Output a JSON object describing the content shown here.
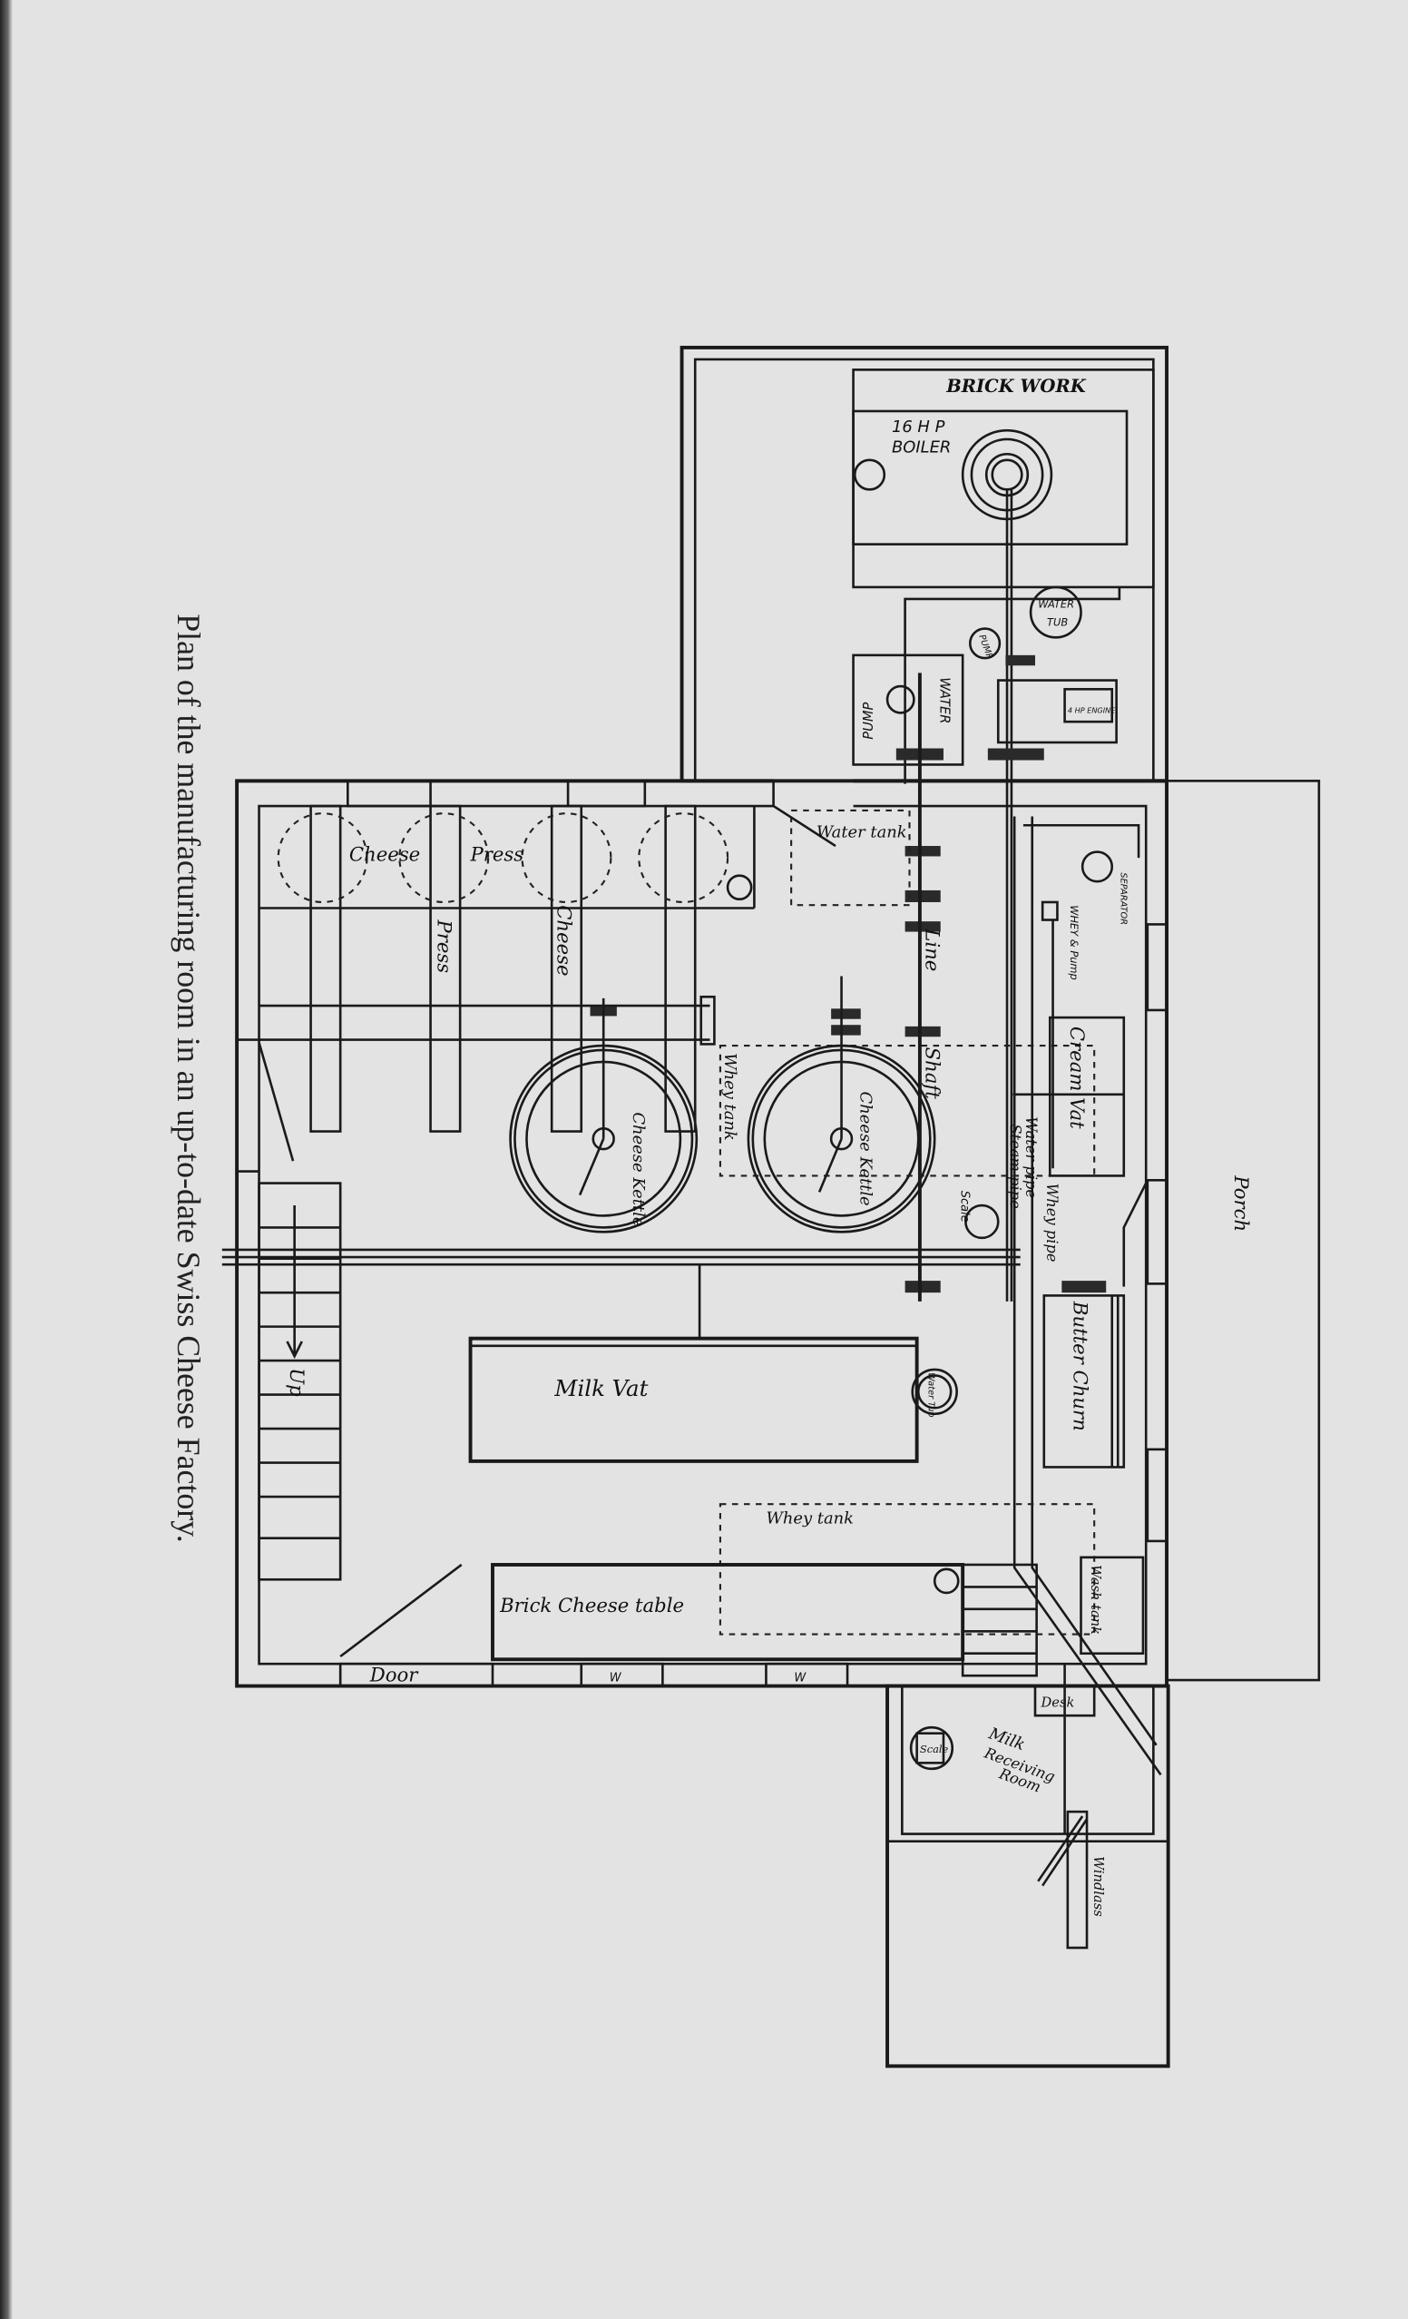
{
  "caption": "Plan of the manufacturing room in an up-to-date Swiss Cheese Factory.",
  "labels": {
    "brick_work": "BRICK WORK",
    "boiler_hp": "16 H P",
    "boiler": "BOILER",
    "water_tub_top": "WATER",
    "water_tub_bottom": "TUB",
    "pump_small": "PUMP",
    "water_pump_1": "WATER",
    "water_pump_2": "PUMP",
    "engine": "4 HP ENGINE",
    "water_tank": "Water tank",
    "line": "Line",
    "shaft": "Shaft",
    "whey_tank_upper": "Whey tank",
    "cheese_press_1": "Cheese",
    "cheese_press_2": "Press",
    "press_3": "Press",
    "cheese_4": "Cheese",
    "cheese_kettle_1": "Cheese Kettle",
    "cheese_kettle_2": "Cheese Kettle",
    "separator": "SEPARATOR",
    "whey_pump": "WHEY & Pump",
    "cream_vat": "Cream Vat",
    "water_pipe": "Water pipe",
    "steam_pipe": "Steam pipe",
    "whey_pipe": "Whey pipe",
    "scale_kettle": "Scale",
    "butter_churn": "Butter Churn",
    "porch": "Porch",
    "water_tub_2": "Water Tub",
    "milk_vat": "Milk Vat",
    "up": "Up",
    "whey_tank_lower": "Whey tank",
    "brick_cheese_table": "Brick Cheese table",
    "wash_tank": "Wash tank",
    "door": "Door",
    "window_1": "W",
    "window_2": "W",
    "desk": "Desk",
    "milk_receiving_1": "Milk",
    "milk_receiving_2": "Receiving",
    "milk_receiving_3": "Room",
    "scale_room": "Scale",
    "windlass": "Windlass"
  }
}
